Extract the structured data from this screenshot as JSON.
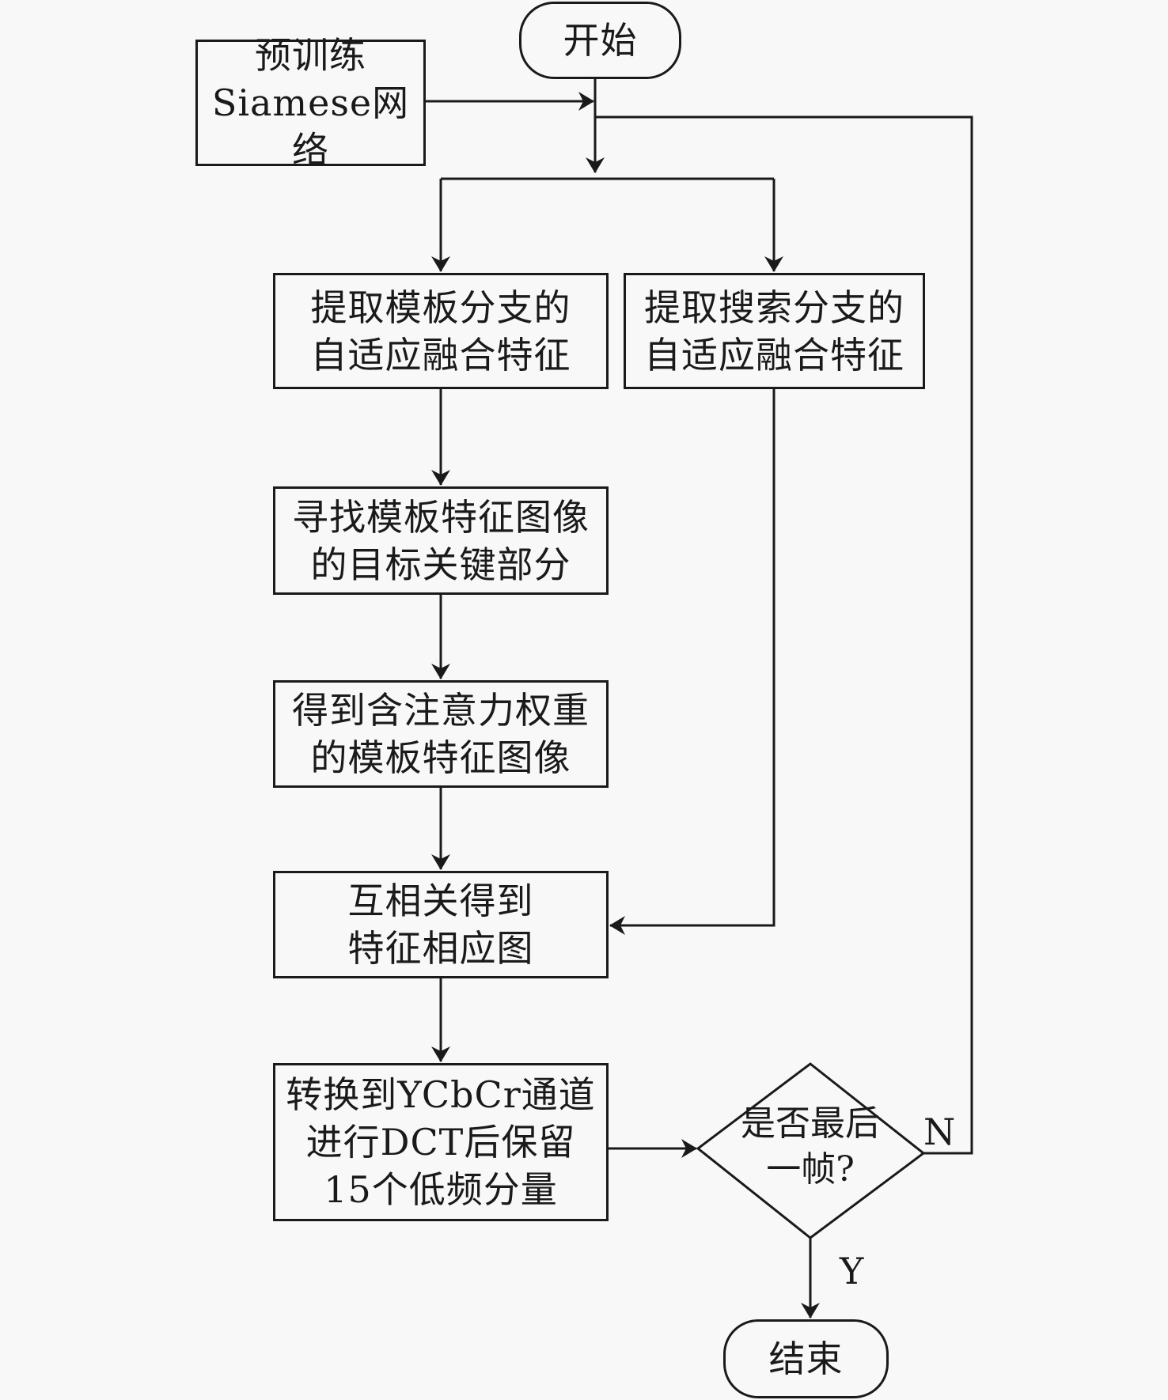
{
  "diagram": {
    "type": "flowchart",
    "nodes": {
      "start": "开始",
      "pretrain": "预训练\nSiamese网络",
      "template_feature": "提取模板分支的\n自适应融合特征",
      "search_feature": "提取搜索分支的\n自适应融合特征",
      "find_key_part": "寻找模板特征图像\n的目标关键部分",
      "attention_weight": "得到含注意力权重\n的模板特征图像",
      "cross_correlation": "互相关得到\n特征相应图",
      "dct": "转换到YCbCr通道\n进行DCT后保留\n15个低频分量",
      "decision": "是否最后\n一帧?",
      "end": "结束"
    },
    "edge_labels": {
      "no": "N",
      "yes": "Y"
    },
    "edges": [
      {
        "from": "start",
        "to": "split"
      },
      {
        "from": "pretrain",
        "to": "start-line"
      },
      {
        "from": "split",
        "to": "template_feature"
      },
      {
        "from": "split",
        "to": "search_feature"
      },
      {
        "from": "template_feature",
        "to": "find_key_part"
      },
      {
        "from": "find_key_part",
        "to": "attention_weight"
      },
      {
        "from": "attention_weight",
        "to": "cross_correlation"
      },
      {
        "from": "search_feature",
        "to": "cross_correlation"
      },
      {
        "from": "cross_correlation",
        "to": "dct"
      },
      {
        "from": "dct",
        "to": "decision"
      },
      {
        "from": "decision",
        "to": "start-line",
        "label": "N"
      },
      {
        "from": "decision",
        "to": "end",
        "label": "Y"
      }
    ]
  }
}
